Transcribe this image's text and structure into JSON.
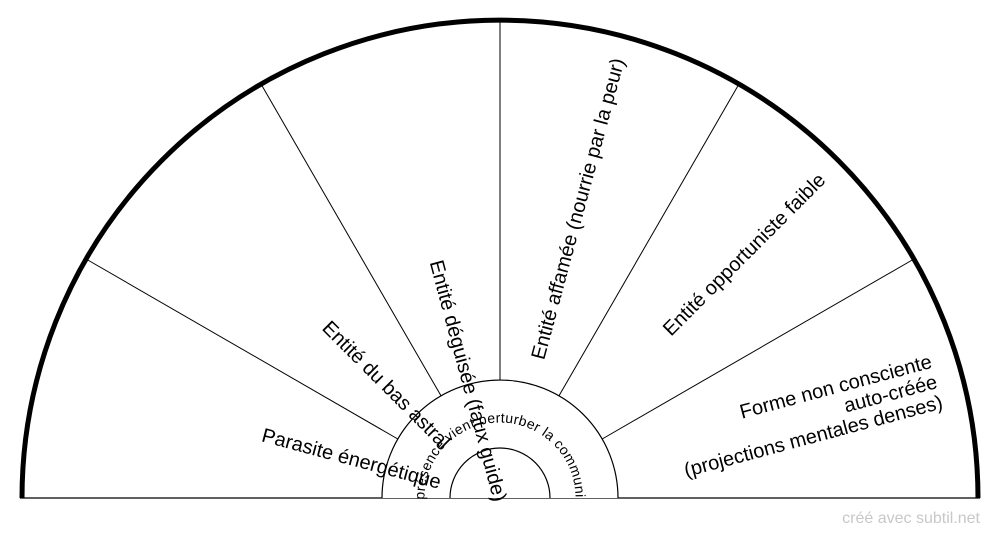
{
  "sectors": [
    {
      "lines": [
        "Parasite énergétique"
      ]
    },
    {
      "lines": [
        "Entité du bas astral"
      ]
    },
    {
      "lines": [
        "Entité déguisée (faux guide)"
      ]
    },
    {
      "lines": [
        "Entité affamée (nourrie par la peur)"
      ]
    },
    {
      "lines": [
        "Entité opportuniste faible"
      ]
    },
    {
      "lines": [
        "Forme non consciente",
        "auto-créée",
        "(projections mentales denses)"
      ]
    }
  ],
  "question": "Qu'elle présence vient perturber la communication ?",
  "watermark": "créé avec subtil.net",
  "colors": {
    "stroke": "#000000",
    "background": "#ffffff",
    "watermark": "#c8c8c8"
  }
}
